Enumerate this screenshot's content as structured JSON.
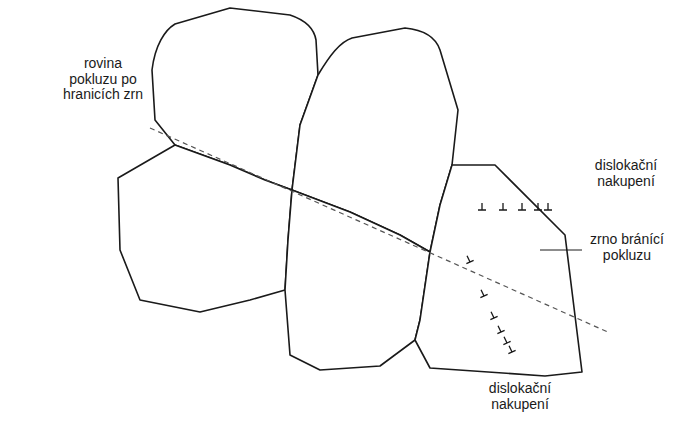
{
  "diagram": {
    "labels": [
      "rovina pokluzu po hranicích zrn",
      "dislokační nakupení",
      "zrno bránící pokluzu",
      "dislokační nakupení"
    ]
  }
}
